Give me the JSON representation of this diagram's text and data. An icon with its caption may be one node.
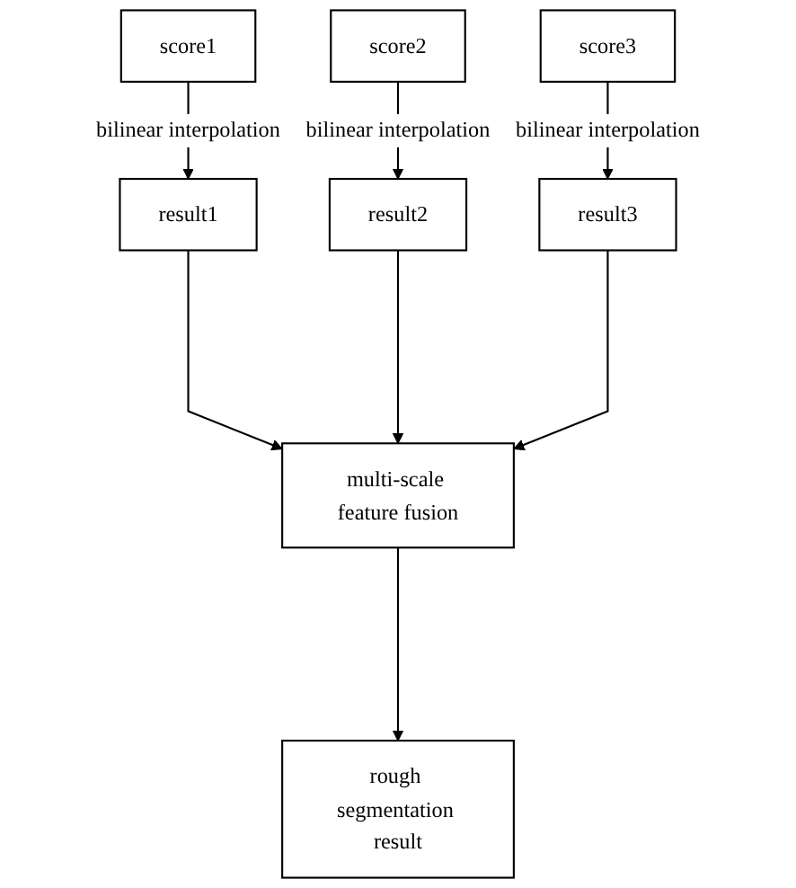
{
  "diagram": {
    "nodes": [
      {
        "text": [
          "score1"
        ]
      },
      {
        "text": [
          "score2"
        ]
      },
      {
        "text": [
          "score3"
        ]
      },
      {
        "text": [
          "result1"
        ]
      },
      {
        "text": [
          "result2"
        ]
      },
      {
        "text": [
          "result3"
        ]
      },
      {
        "text": [
          "multi-scale feature fusion"
        ]
      },
      {
        "text": [
          "rough segmentation result"
        ]
      }
    ],
    "edges": [
      {
        "from": 0,
        "to": 3,
        "arrow": "to",
        "label": "bilinear interpolation"
      },
      {
        "from": 1,
        "to": 4,
        "arrow": "to",
        "label": "bilinear interpolation"
      },
      {
        "from": 2,
        "to": 5,
        "arrow": "to",
        "label": "bilinear interpolation"
      },
      {
        "from": 3,
        "to": 6,
        "arrow": "to"
      },
      {
        "from": 4,
        "to": 6,
        "arrow": "to"
      },
      {
        "from": 5,
        "to": 6,
        "arrow": "to"
      },
      {
        "from": 6,
        "to": 7,
        "arrow": "to"
      }
    ]
  }
}
